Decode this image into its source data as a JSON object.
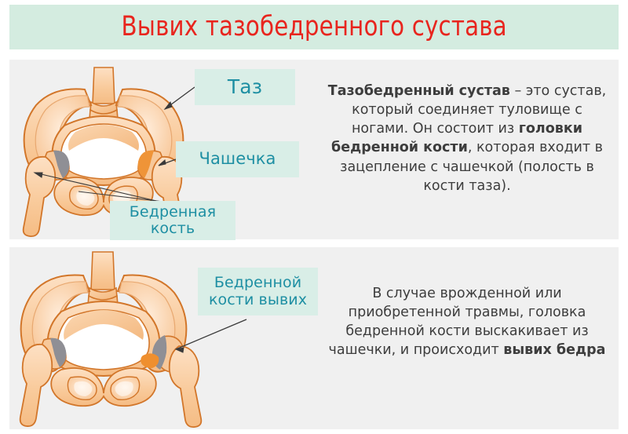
{
  "title": {
    "text": "Вывих тазобедренного сустава",
    "color": "#e8251e",
    "band_color": "#d4ece0"
  },
  "theme": {
    "panel_background": "#f0f0f0",
    "page_background": "#ffffff",
    "label_box_background": "#d9eee7",
    "label_text_color": "#1e8fa3",
    "body_text_color": "#3d3d3d",
    "bone_fill": "#f7c89a",
    "bone_fill_light": "#fbdcbe",
    "bone_outline": "#d2762a",
    "cartilage_gray": "#8f8f95",
    "arrow_color": "#333333"
  },
  "panels": [
    {
      "id": "normal-hip",
      "diagram_name": "normal-pelvis-diagram",
      "labels": [
        {
          "id": "taz",
          "text": "Таз"
        },
        {
          "id": "cup",
          "text": "Чашечка"
        },
        {
          "id": "femur",
          "text": "Бедренная\nкость",
          "line1": "Бедренная",
          "line2": "кость"
        }
      ],
      "paragraph": {
        "segments": [
          {
            "text": "Тазобедренный сустав",
            "bold": true
          },
          {
            "text": " – это сустав, который соединяет туловище с ногами. Он состоит из ",
            "bold": false
          },
          {
            "text": "головки бедренной кости",
            "bold": true
          },
          {
            "text": ", которая входит в зацепление с чашечкой (полость в кости таза).",
            "bold": false
          }
        ],
        "plain": "Тазобедренный сустав – это сустав, который соединяет туловище с ногами. Он состоит из головки бедренной кости, которая входит в зацепление с чашечкой (полость в кости таза)."
      }
    },
    {
      "id": "dislocated-hip",
      "diagram_name": "dislocated-pelvis-diagram",
      "labels": [
        {
          "id": "dislocation",
          "text": "Бедренной кости вывих",
          "line1": "Бедренной",
          "line2": "кости вывих"
        }
      ],
      "paragraph": {
        "segments": [
          {
            "text": "В случае врожденной или приобретенной травмы, головка бедренной кости выскакивает из чашечки, и происходит ",
            "bold": false
          },
          {
            "text": "вывих бедра",
            "bold": true
          }
        ],
        "plain": "В случае врожденной или приобретенной травмы, головка бедренной кости выскакивает из чашечки, и происходит вывих бедра"
      }
    }
  ]
}
